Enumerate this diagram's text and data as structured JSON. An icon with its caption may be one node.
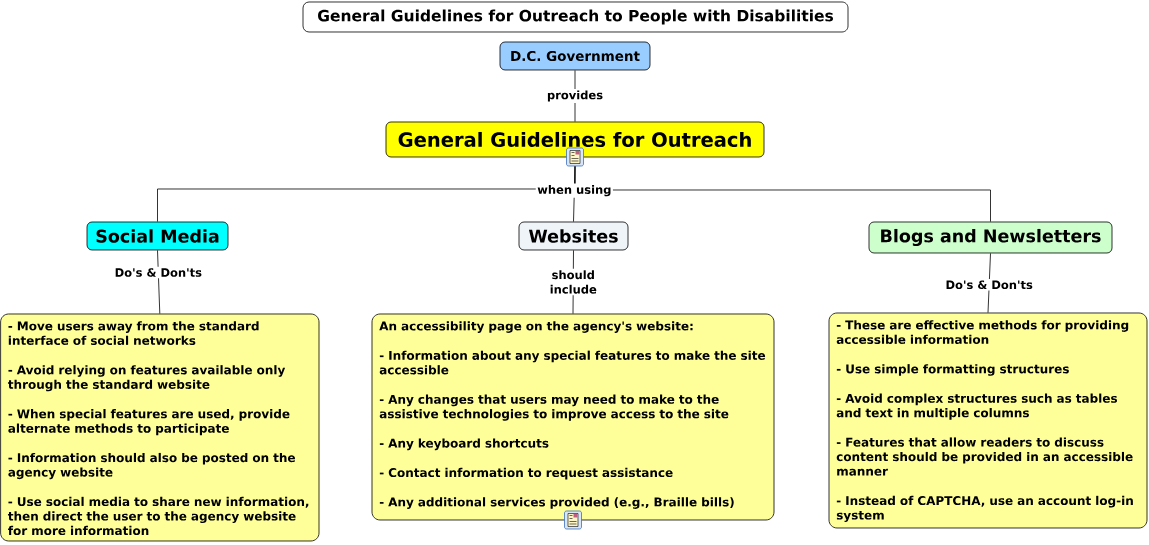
{
  "diagram": {
    "title": "General Guidelines for Outreach to People with Disabilities",
    "nodes": [
      {
        "text": [
          "D.C. Government"
        ]
      },
      {
        "text": [
          "General Guidelines for Outreach"
        ]
      },
      {
        "text": [
          "Social Media"
        ]
      },
      {
        "text": [
          "Websites"
        ]
      },
      {
        "text": [
          "Blogs and Newsletters"
        ]
      },
      {
        "text": [
          "- Move users away from the standard interface of social networks",
          "- Avoid relying on features available only through the standard website",
          "- When special features are used, provide alternate methods to participate",
          "- Information should also be posted on the agency website",
          "- Use social media to share new information, then direct the user to the agency website for more information"
        ]
      },
      {
        "text": [
          "An accessibility page on the agency's website:",
          "- Information about any special features to make the site accessible",
          "- Any changes that users may need to make to the assistive technologies to improve access to the site",
          "- Any keyboard shortcuts",
          "- Contact information to request assistance",
          "- Any additional services provided (e.g., Braille bills)"
        ]
      },
      {
        "text": [
          "- These are effective methods for providing accessible information",
          "- Use simple formatting structures",
          "- Avoid complex structures such as tables and text in multiple columns",
          "- Features that allow readers to discuss content should be provided in an accessible manner",
          "- Instead of CAPTCHA, use an account log-in system"
        ]
      }
    ],
    "edges": [
      {
        "from": 0,
        "to": 1,
        "arrow": "none",
        "label": "provides"
      },
      {
        "from": 1,
        "to": 2,
        "arrow": "none"
      },
      {
        "from": 1,
        "to": 3,
        "arrow": "none",
        "label": "when using"
      },
      {
        "from": 1,
        "to": 4,
        "arrow": "none"
      },
      {
        "from": 2,
        "to": 5,
        "arrow": "none",
        "label": "Do's & Don'ts"
      },
      {
        "from": 3,
        "to": 6,
        "arrow": "none",
        "label": "should include"
      },
      {
        "from": 4,
        "to": 7,
        "arrow": "none",
        "label": "Do's & Don'ts"
      }
    ]
  }
}
